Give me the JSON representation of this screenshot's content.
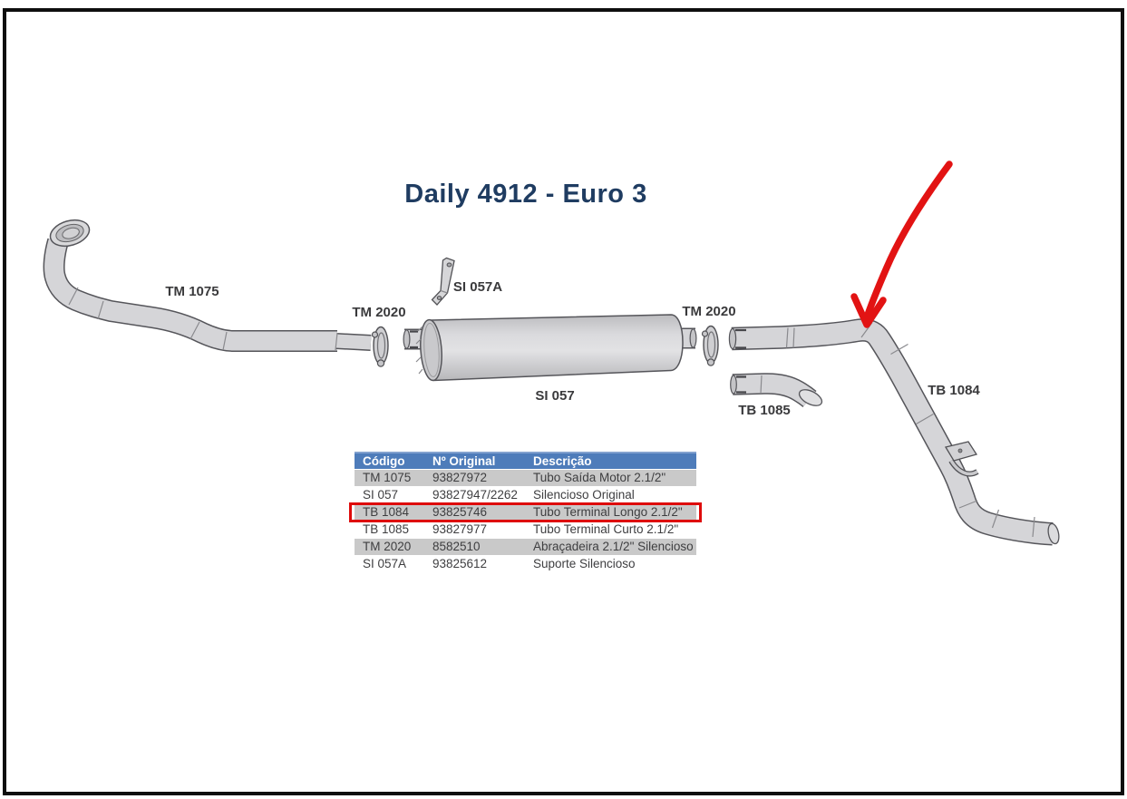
{
  "title": "Daily 4912 - Euro 3",
  "diagram": {
    "labels": [
      {
        "id": "tm-1075",
        "text": "TM 1075"
      },
      {
        "id": "tm-2020-left",
        "text": "TM 2020"
      },
      {
        "id": "si-057a",
        "text": "SI 057A"
      },
      {
        "id": "si-057",
        "text": "SI 057"
      },
      {
        "id": "tm-2020-right",
        "text": "TM 2020"
      },
      {
        "id": "tb-1085",
        "text": "TB 1085"
      },
      {
        "id": "tb-1084",
        "text": "TB 1084"
      }
    ],
    "arrow": {
      "color": "#e21313",
      "points_to": "TB 1084"
    }
  },
  "parts_table": {
    "headers": [
      "Código",
      "Nº Original",
      "Descrição"
    ],
    "rows": [
      {
        "codigo": "TM 1075",
        "original": "93827972",
        "descricao": "Tubo Saída Motor 2.1/2\""
      },
      {
        "codigo": "SI 057",
        "original": "93827947/2262",
        "descricao": "Silencioso Original"
      },
      {
        "codigo": "TB 1084",
        "original": "93825746",
        "descricao": "Tubo Terminal Longo 2.1/2\""
      },
      {
        "codigo": "TB 1085",
        "original": "93827977",
        "descricao": "Tubo Terminal Curto 2.1/2\""
      },
      {
        "codigo": "TM 2020",
        "original": "8582510",
        "descricao": "Abraçadeira 2.1/2\" Silencioso"
      },
      {
        "codigo": "SI 057A",
        "original": "93825612",
        "descricao": "Suporte Silencioso"
      }
    ],
    "highlighted_row": "TB 1084"
  },
  "colors": {
    "title_text": "#1f3c61",
    "table_header_bg": "#4e7cba",
    "table_alt_row_bg": "#c9c9c9",
    "highlight_red": "#de0b0b",
    "arrow_red": "#e21313"
  }
}
